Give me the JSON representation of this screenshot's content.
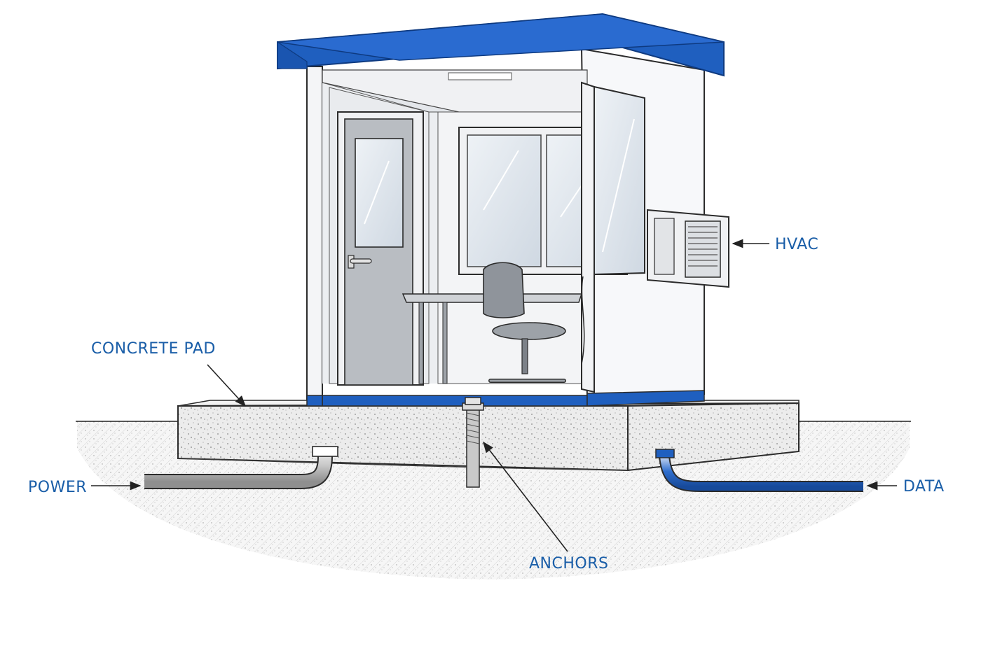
{
  "labels": {
    "hvac": "HVAC",
    "concrete_pad": "CONCRETE PAD",
    "power": "POWER",
    "data": "DATA",
    "anchors": "ANCHORS"
  },
  "colors": {
    "accent_blue": "#1f5fbf",
    "label_blue": "#1a5ea8",
    "wall_white": "#f4f5f7",
    "glass": "#dfe6ee",
    "concrete": "#e9e9e9",
    "soil": "#f3f3f3"
  }
}
